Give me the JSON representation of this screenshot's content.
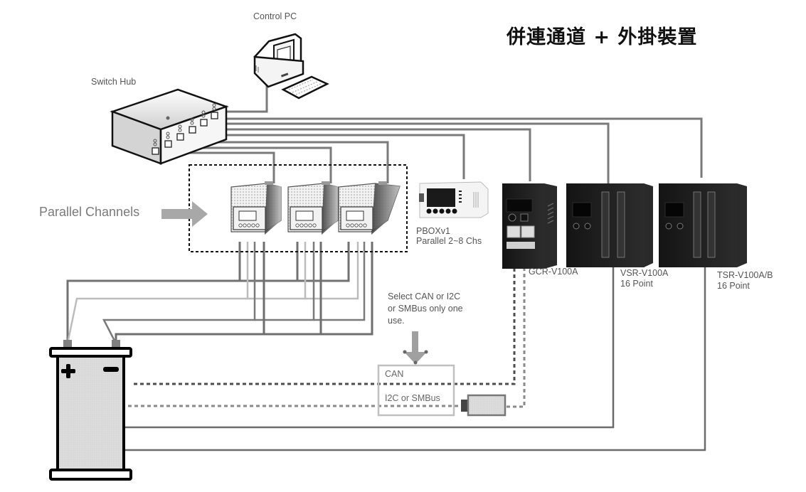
{
  "title": "併連通道 + 外掛裝置",
  "labels": {
    "control_pc": "Control PC",
    "switch_hub": "Switch Hub",
    "parallel_channels": "Parallel Channels",
    "pbox_name": "PBOXv1",
    "pbox_desc": "Parallel 2~8 Chs",
    "gcr": "GCR-V100A",
    "vsr_name": "VSR-V100A",
    "vsr_desc": "16 Point",
    "tsr_name": "TSR-V100A/B",
    "tsr_desc": "16 Point",
    "select_note_1": "Select CAN or I2C",
    "select_note_2": "or SMBus only one",
    "select_note_3": "use.",
    "can": "CAN",
    "i2c": "I2C or SMBus"
  },
  "battery": {
    "positive_symbol": "+",
    "negative_symbol": "−"
  },
  "devices": [
    {
      "id": "control-pc",
      "type": "computer"
    },
    {
      "id": "switch-hub",
      "type": "network-switch",
      "ports": 6
    },
    {
      "id": "channel-unit",
      "type": "power-channel",
      "count": 3
    },
    {
      "id": "pbox",
      "type": "parallel-box"
    },
    {
      "id": "gcr",
      "type": "gateway-controller"
    },
    {
      "id": "vsr",
      "type": "voltage-scanner"
    },
    {
      "id": "tsr",
      "type": "temperature-scanner"
    },
    {
      "id": "battery",
      "type": "battery"
    },
    {
      "id": "i2c-adapter",
      "type": "adapter"
    }
  ],
  "colors": {
    "wire_dark": "#707070",
    "wire_light": "#b8b8b8",
    "device_dark": "#1e1e1e",
    "text": "#555555"
  }
}
